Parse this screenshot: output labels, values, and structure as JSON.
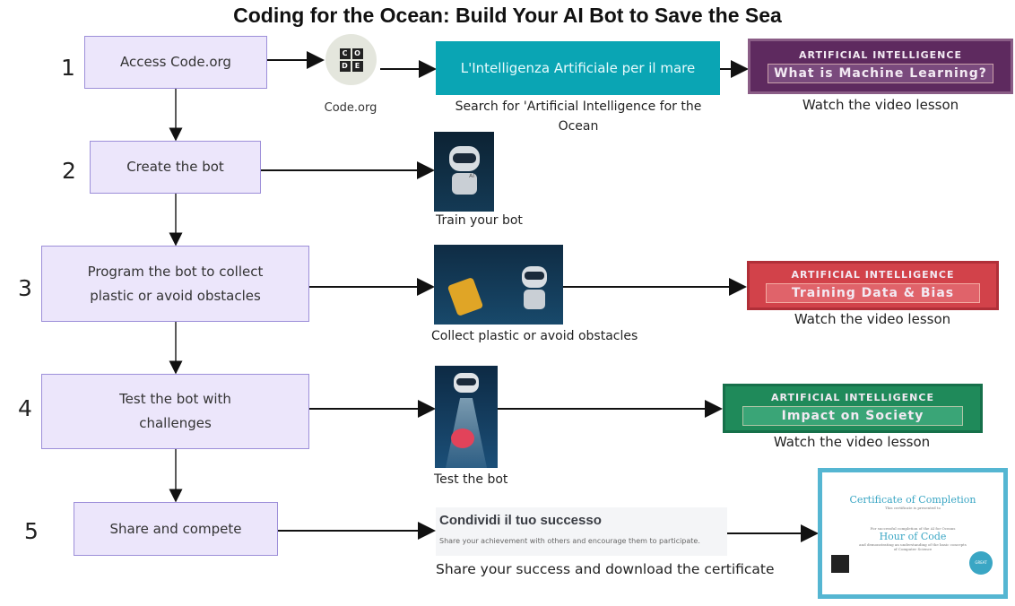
{
  "title": "Coding for the Ocean: Build Your AI Bot to Save the Sea",
  "steps": [
    {
      "number": "1",
      "label": "Access Code.org"
    },
    {
      "number": "2",
      "label": "Create the bot"
    },
    {
      "number": "3",
      "label": "Program the bot to collect plastic or avoid obstacles"
    },
    {
      "number": "4",
      "label": "Test the bot with challenges"
    },
    {
      "number": "5",
      "label": "Share and compete"
    }
  ],
  "row1": {
    "logo_letters": [
      "C",
      "O",
      "D",
      "E"
    ],
    "logo_caption": "Code.org",
    "search_box": "L'Intelligenza Artificiale per il mare",
    "search_caption": "Search for 'Artificial Intelligence for the Ocean",
    "video_banner": {
      "top": "ARTIFICIAL INTELLIGENCE",
      "main": "What is Machine Learning?",
      "color": "#5e2a5f"
    },
    "video_caption": "Watch the video lesson"
  },
  "row2": {
    "image_caption": "Train your bot",
    "bot_tag": "AI"
  },
  "row3": {
    "image_caption": "Collect plastic or avoid obstacles",
    "video_banner": {
      "top": "ARTIFICIAL INTELLIGENCE",
      "main": "Training Data & Bias",
      "color": "#d2424a"
    },
    "video_caption": "Watch the video lesson"
  },
  "row4": {
    "image_caption": "Test the bot",
    "video_banner": {
      "top": "ARTIFICIAL INTELLIGENCE",
      "main": "Impact on Society",
      "color": "#1f8a5a"
    },
    "video_caption": "Watch the video lesson"
  },
  "row5": {
    "share_title": "Condividi il tuo successo",
    "share_text": "Share your achievement with others and encourage them to participate.",
    "caption": "Share your success and download the certificate",
    "certificate": {
      "title": "Certificate of Completion",
      "subtitle": "This certificate is presented to",
      "line1": "For successful completion of the AI for Oceans",
      "main": "Hour of Code",
      "line2": "and demonstrating an understanding of the basic concepts of Computer Science",
      "seal": "GREAT WORK"
    }
  }
}
